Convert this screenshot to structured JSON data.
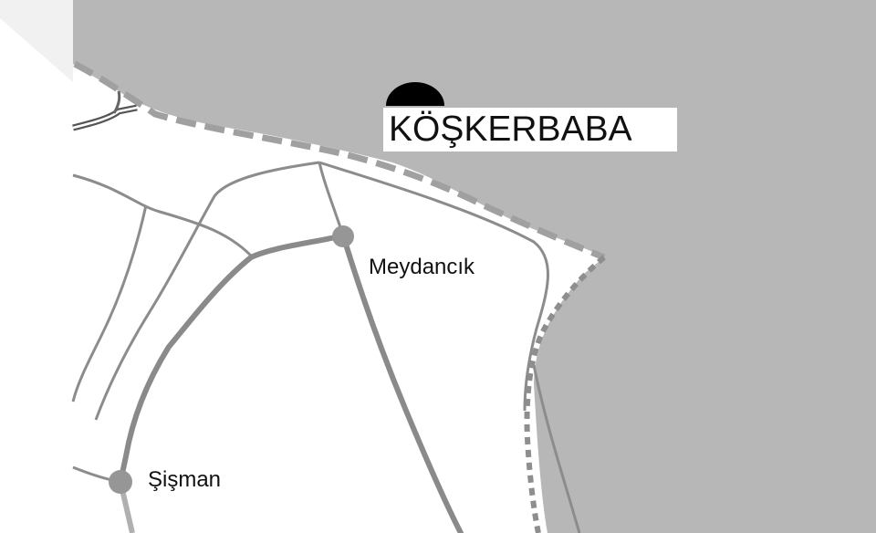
{
  "map": {
    "colors": {
      "sea": "#b7b7b7",
      "land": "#ffffff",
      "road": "#8c8c8c",
      "major_road": "#8a8a8a",
      "coast_dash": "#a3a3a3",
      "marker": "#969696",
      "site_marker": "#000000"
    },
    "archaeological_site": {
      "name": "KÖŞKERBABA",
      "icon": "half-circle-site-icon"
    },
    "places": [
      {
        "name": "Meydancık",
        "icon": "settlement-dot-icon"
      },
      {
        "name": "Şişman",
        "icon": "settlement-dot-icon"
      }
    ]
  }
}
